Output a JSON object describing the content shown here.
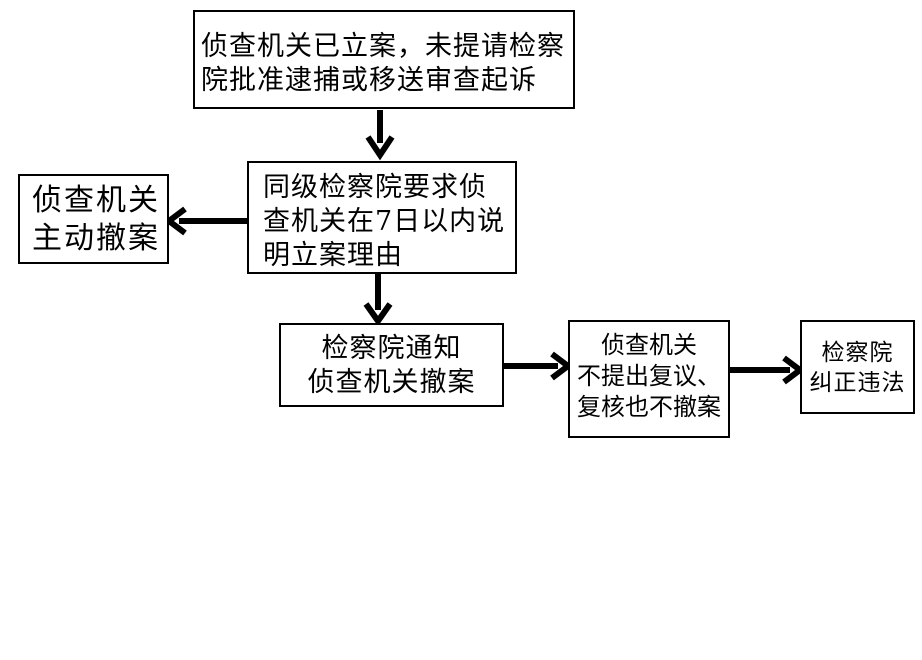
{
  "diagram": {
    "title": "侦查机关立案监督流程",
    "nodes": {
      "start": {
        "text": "侦查机关已立案，未提请检察\n院批准逮捕或移送审查起诉"
      },
      "require_explain": {
        "text": "同级检察院要求侦\n查机关在7日以内说\n明立案理由"
      },
      "self_withdraw": {
        "text": "侦查机关\n主动撤案"
      },
      "notify_withdraw": {
        "text": "检察院通知\n侦查机关撤案"
      },
      "no_withdraw": {
        "text": "侦查机关\n不提出复议、\n复核也不撤案"
      },
      "correct_violation": {
        "text": "检察院\n纠正违法"
      }
    },
    "edges": [
      {
        "from": "start",
        "to": "require_explain"
      },
      {
        "from": "require_explain",
        "to": "self_withdraw"
      },
      {
        "from": "require_explain",
        "to": "notify_withdraw"
      },
      {
        "from": "notify_withdraw",
        "to": "no_withdraw"
      },
      {
        "from": "no_withdraw",
        "to": "correct_violation"
      }
    ],
    "colors": {
      "stroke": "#000000",
      "background": "#ffffff"
    }
  }
}
